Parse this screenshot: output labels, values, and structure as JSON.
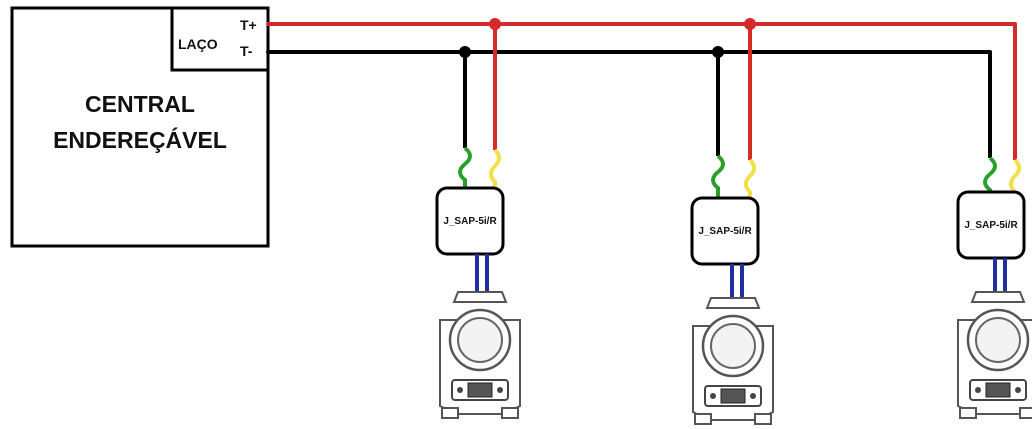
{
  "central": {
    "line1": "CENTRAL",
    "line2": "ENDEREÇÁVEL",
    "loop_label": "LAÇO",
    "terminal_pos": "T+",
    "terminal_neg": "T-"
  },
  "modules": [
    {
      "label": "J_SAP-5i/R"
    },
    {
      "label": "J_SAP-5i/R"
    },
    {
      "label": "J_SAP-5i/R"
    }
  ],
  "colors": {
    "positive_wire": "#d42a2a",
    "negative_wire": "#000000",
    "green_lead": "#2aa02a",
    "yellow_lead": "#f2e04a",
    "blue_lead": "#1f2f9f"
  }
}
